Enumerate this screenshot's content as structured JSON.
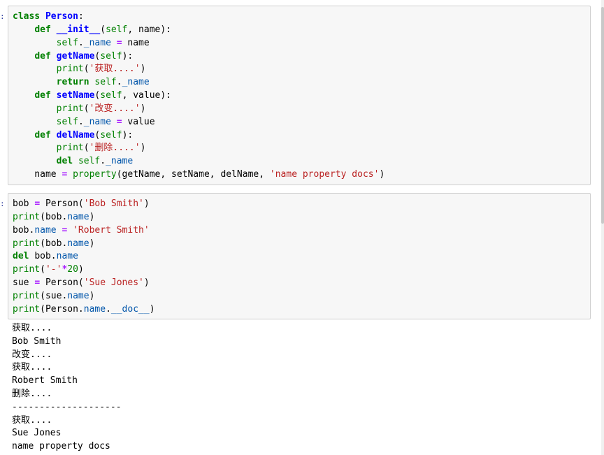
{
  "cell1": {
    "prompt": ":",
    "lines": [
      [
        {
          "t": "class ",
          "c": "kw"
        },
        {
          "t": "Person",
          "c": "def"
        },
        {
          "t": ":",
          "c": ""
        }
      ],
      [
        {
          "t": "    ",
          "c": ""
        },
        {
          "t": "def ",
          "c": "kw"
        },
        {
          "t": "__init__",
          "c": "dunder"
        },
        {
          "t": "(",
          "c": ""
        },
        {
          "t": "self",
          "c": "self"
        },
        {
          "t": ", name):",
          "c": ""
        }
      ],
      [
        {
          "t": "        ",
          "c": ""
        },
        {
          "t": "self",
          "c": "self"
        },
        {
          "t": ".",
          "c": ""
        },
        {
          "t": "_name",
          "c": "attr"
        },
        {
          "t": " ",
          "c": ""
        },
        {
          "t": "=",
          "c": "op"
        },
        {
          "t": " name",
          "c": ""
        }
      ],
      [
        {
          "t": "    ",
          "c": ""
        },
        {
          "t": "def ",
          "c": "kw"
        },
        {
          "t": "getName",
          "c": "def"
        },
        {
          "t": "(",
          "c": ""
        },
        {
          "t": "self",
          "c": "self"
        },
        {
          "t": "):",
          "c": ""
        }
      ],
      [
        {
          "t": "        ",
          "c": ""
        },
        {
          "t": "print",
          "c": "builtin"
        },
        {
          "t": "(",
          "c": ""
        },
        {
          "t": "'获取....'",
          "c": "str"
        },
        {
          "t": ")",
          "c": ""
        }
      ],
      [
        {
          "t": "        ",
          "c": ""
        },
        {
          "t": "return ",
          "c": "kw"
        },
        {
          "t": "self",
          "c": "self"
        },
        {
          "t": ".",
          "c": ""
        },
        {
          "t": "_name",
          "c": "attr"
        }
      ],
      [
        {
          "t": "    ",
          "c": ""
        },
        {
          "t": "def ",
          "c": "kw"
        },
        {
          "t": "setName",
          "c": "def"
        },
        {
          "t": "(",
          "c": ""
        },
        {
          "t": "self",
          "c": "self"
        },
        {
          "t": ", value):",
          "c": ""
        }
      ],
      [
        {
          "t": "        ",
          "c": ""
        },
        {
          "t": "print",
          "c": "builtin"
        },
        {
          "t": "(",
          "c": ""
        },
        {
          "t": "'改变....'",
          "c": "str"
        },
        {
          "t": ")",
          "c": ""
        }
      ],
      [
        {
          "t": "        ",
          "c": ""
        },
        {
          "t": "self",
          "c": "self"
        },
        {
          "t": ".",
          "c": ""
        },
        {
          "t": "_name",
          "c": "attr"
        },
        {
          "t": " ",
          "c": ""
        },
        {
          "t": "=",
          "c": "op"
        },
        {
          "t": " value",
          "c": ""
        }
      ],
      [
        {
          "t": "    ",
          "c": ""
        },
        {
          "t": "def ",
          "c": "kw"
        },
        {
          "t": "delName",
          "c": "def"
        },
        {
          "t": "(",
          "c": ""
        },
        {
          "t": "self",
          "c": "self"
        },
        {
          "t": "):",
          "c": ""
        }
      ],
      [
        {
          "t": "        ",
          "c": ""
        },
        {
          "t": "print",
          "c": "builtin"
        },
        {
          "t": "(",
          "c": ""
        },
        {
          "t": "'删除....'",
          "c": "str"
        },
        {
          "t": ")",
          "c": ""
        }
      ],
      [
        {
          "t": "        ",
          "c": ""
        },
        {
          "t": "del ",
          "c": "kw"
        },
        {
          "t": "self",
          "c": "self"
        },
        {
          "t": ".",
          "c": ""
        },
        {
          "t": "_name",
          "c": "attr"
        }
      ],
      [
        {
          "t": "    name ",
          "c": ""
        },
        {
          "t": "=",
          "c": "op"
        },
        {
          "t": " ",
          "c": ""
        },
        {
          "t": "property",
          "c": "builtin"
        },
        {
          "t": "(getName, setName, delName, ",
          "c": ""
        },
        {
          "t": "'name property docs'",
          "c": "str"
        },
        {
          "t": ")",
          "c": ""
        }
      ]
    ]
  },
  "cell2": {
    "prompt": ":",
    "lines": [
      [
        {
          "t": "bob ",
          "c": ""
        },
        {
          "t": "=",
          "c": "op"
        },
        {
          "t": " Person(",
          "c": ""
        },
        {
          "t": "'Bob Smith'",
          "c": "str"
        },
        {
          "t": ")",
          "c": ""
        }
      ],
      [
        {
          "t": "print",
          "c": "builtin"
        },
        {
          "t": "(bob.",
          "c": ""
        },
        {
          "t": "name",
          "c": "attr"
        },
        {
          "t": ")",
          "c": ""
        }
      ],
      [
        {
          "t": "bob.",
          "c": ""
        },
        {
          "t": "name",
          "c": "attr"
        },
        {
          "t": " ",
          "c": ""
        },
        {
          "t": "=",
          "c": "op"
        },
        {
          "t": " ",
          "c": ""
        },
        {
          "t": "'Robert Smith'",
          "c": "str"
        }
      ],
      [
        {
          "t": "print",
          "c": "builtin"
        },
        {
          "t": "(bob.",
          "c": ""
        },
        {
          "t": "name",
          "c": "attr"
        },
        {
          "t": ")",
          "c": ""
        }
      ],
      [
        {
          "t": "del ",
          "c": "kw"
        },
        {
          "t": "bob.",
          "c": ""
        },
        {
          "t": "name",
          "c": "attr"
        }
      ],
      [
        {
          "t": "print",
          "c": "builtin"
        },
        {
          "t": "(",
          "c": ""
        },
        {
          "t": "'-'",
          "c": "str"
        },
        {
          "t": "*",
          "c": "op"
        },
        {
          "t": "20",
          "c": "num"
        },
        {
          "t": ")",
          "c": ""
        }
      ],
      [
        {
          "t": "sue ",
          "c": ""
        },
        {
          "t": "=",
          "c": "op"
        },
        {
          "t": " Person(",
          "c": ""
        },
        {
          "t": "'Sue Jones'",
          "c": "str"
        },
        {
          "t": ")",
          "c": ""
        }
      ],
      [
        {
          "t": "print",
          "c": "builtin"
        },
        {
          "t": "(sue.",
          "c": ""
        },
        {
          "t": "name",
          "c": "attr"
        },
        {
          "t": ")",
          "c": ""
        }
      ],
      [
        {
          "t": "print",
          "c": "builtin"
        },
        {
          "t": "(Person.",
          "c": ""
        },
        {
          "t": "name",
          "c": "attr"
        },
        {
          "t": ".",
          "c": ""
        },
        {
          "t": "__doc__",
          "c": "attr"
        },
        {
          "t": ")",
          "c": ""
        }
      ]
    ]
  },
  "output": {
    "lines": [
      "获取....",
      "Bob Smith",
      "改变....",
      "获取....",
      "Robert Smith",
      "删除....",
      "--------------------",
      "获取....",
      "Sue Jones",
      "name property docs"
    ]
  }
}
